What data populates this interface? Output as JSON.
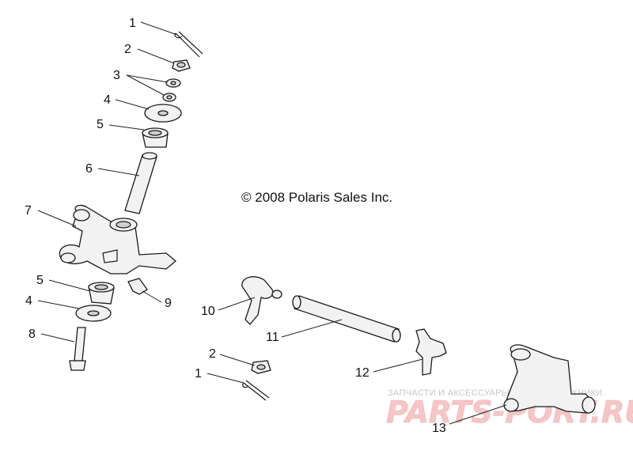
{
  "copyright": "© 2008 Polaris Sales Inc.",
  "callouts": [
    "1",
    "2",
    "3",
    "4",
    "5",
    "6",
    "7",
    "5",
    "4",
    "8",
    "9",
    "10",
    "11",
    "2",
    "1",
    "12",
    "13"
  ],
  "watermark": {
    "tagline": "ЗАПЧАСТИ И АКСЕССУАРЫ ДЛЯ МОТОТЕХНИКИ",
    "logo": "PARTS-PORT.RU"
  }
}
